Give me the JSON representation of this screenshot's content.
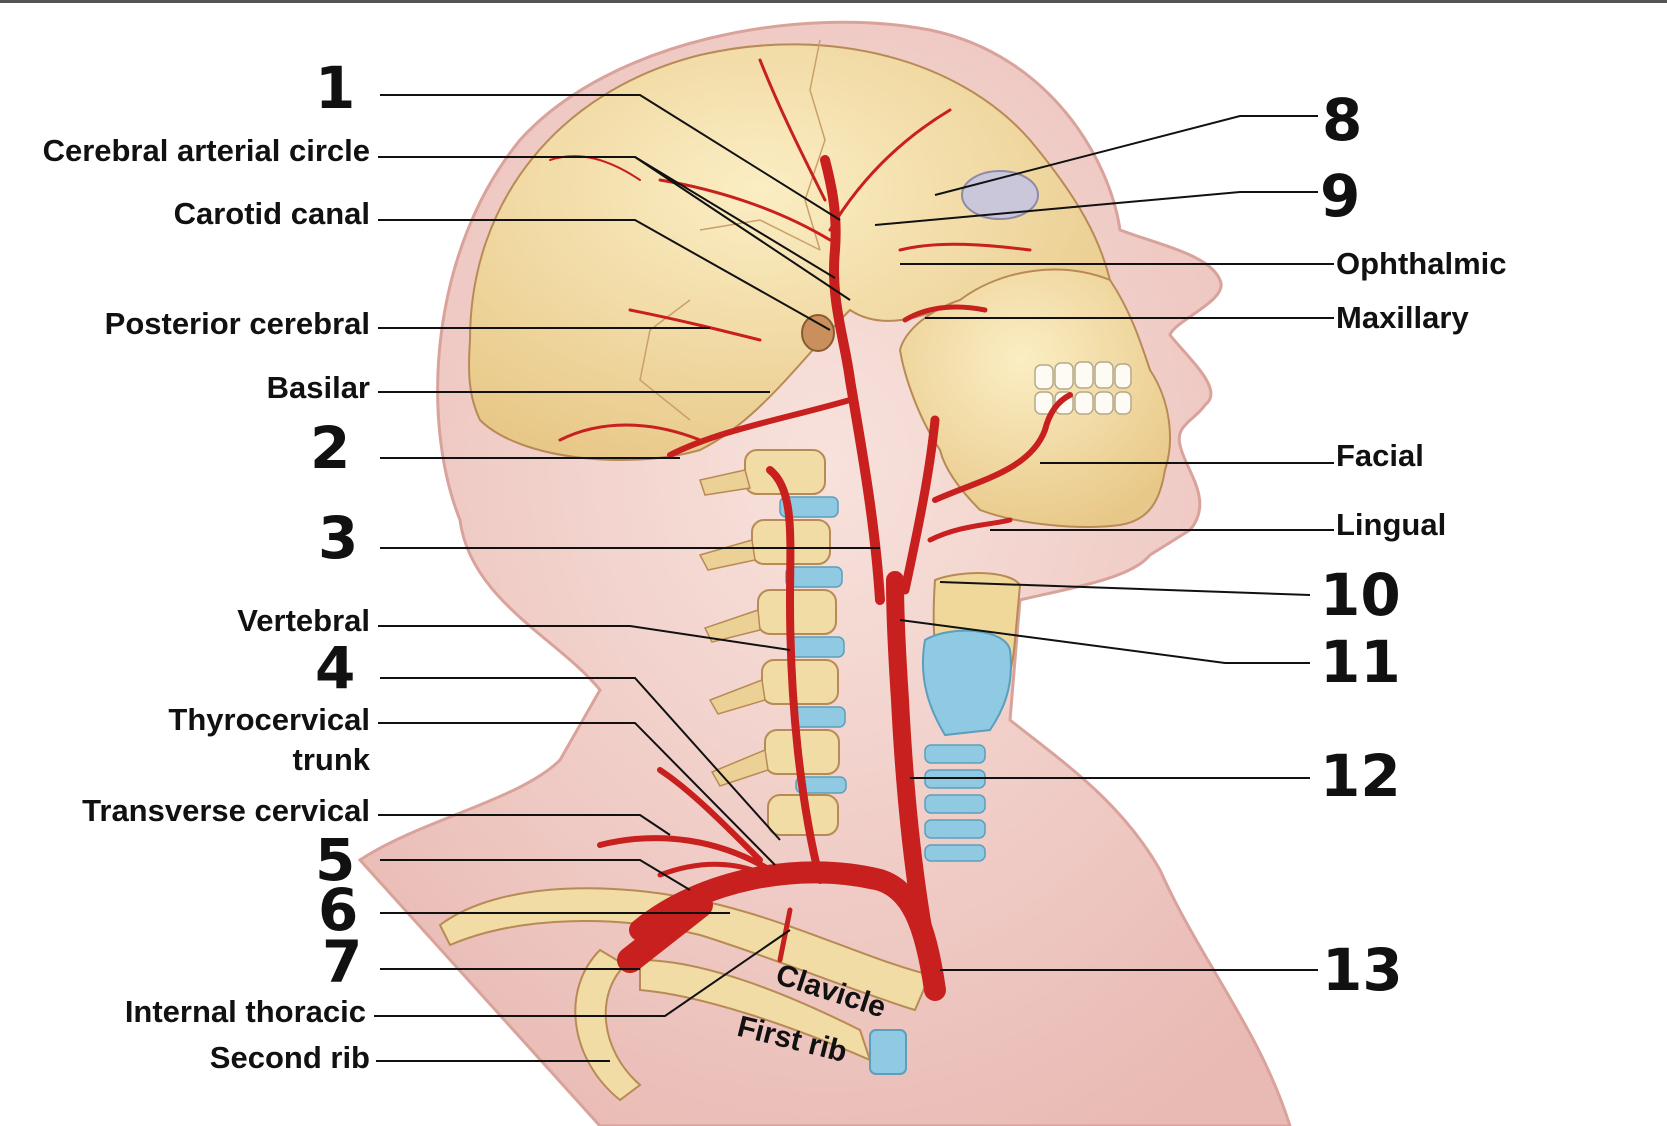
{
  "labels_left": {
    "cerebral_arterial_circle": "Cerebral arterial circle",
    "carotid_canal": "Carotid canal",
    "posterior_cerebral": "Posterior cerebral",
    "basilar": "Basilar",
    "vertebral": "Vertebral",
    "thyrocervical_line1": "Thyrocervical",
    "thyrocervical_line2": "trunk",
    "transverse_cervical": "Transverse cervical",
    "internal_thoracic": "Internal thoracic",
    "second_rib": "Second rib"
  },
  "labels_right": {
    "ophthalmic": "Ophthalmic",
    "maxillary": "Maxillary",
    "facial": "Facial",
    "lingual": "Lingual"
  },
  "bone_labels": {
    "clavicle": "Clavicle",
    "first_rib": "First rib"
  },
  "numbers": {
    "n1": "1",
    "n2": "2",
    "n3": "3",
    "n4": "4",
    "n5": "5",
    "n6": "6",
    "n7": "7",
    "n8": "8",
    "n9": "9",
    "n10": "10",
    "n11": "11",
    "n12": "12",
    "n13": "13"
  },
  "colors": {
    "artery": "#c8201e",
    "bone": "#f3dfa8",
    "skin": "#f4d6d0",
    "cartilage": "#8fc9e2"
  }
}
